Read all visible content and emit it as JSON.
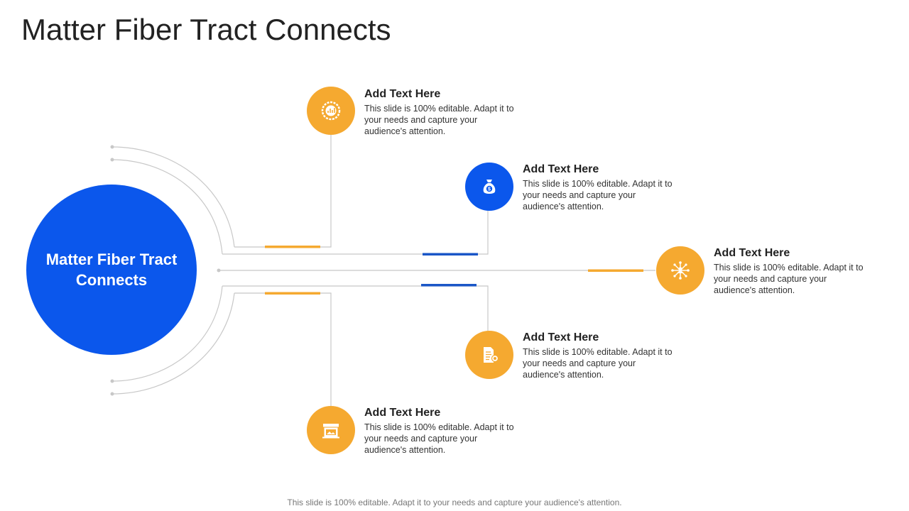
{
  "title": "Matter Fiber Tract Connects",
  "hub": {
    "label": "Matter Fiber Tract Connects"
  },
  "items": [
    {
      "heading": "Add Text Here",
      "description": "This slide is 100% editable. Adapt it to your needs and capture your audience's attention.",
      "icon": "chart-badge-icon",
      "color": "#f5a930"
    },
    {
      "heading": "Add Text Here",
      "description": "This slide is 100% editable. Adapt it to your needs and capture your audience's attention.",
      "icon": "money-bag-icon",
      "color": "#0b57ec"
    },
    {
      "heading": "Add Text Here",
      "description": "This slide is 100% editable. Adapt it to your needs and capture your audience's attention.",
      "icon": "network-person-icon",
      "color": "#f5a930"
    },
    {
      "heading": "Add Text Here",
      "description": "This slide is 100% editable. Adapt it to your needs and capture your audience's attention.",
      "icon": "document-coin-icon",
      "color": "#f5a930"
    },
    {
      "heading": "Add Text Here",
      "description": "This slide is 100% editable. Adapt it to your needs and capture your audience's attention.",
      "icon": "storefront-icon",
      "color": "#f5a930"
    }
  ],
  "footer": "This slide is 100% editable. Adapt it to your needs and capture your audience's attention.",
  "colors": {
    "primary": "#0b57ec",
    "accent": "#f5a930",
    "line": "#c8c8c8"
  }
}
